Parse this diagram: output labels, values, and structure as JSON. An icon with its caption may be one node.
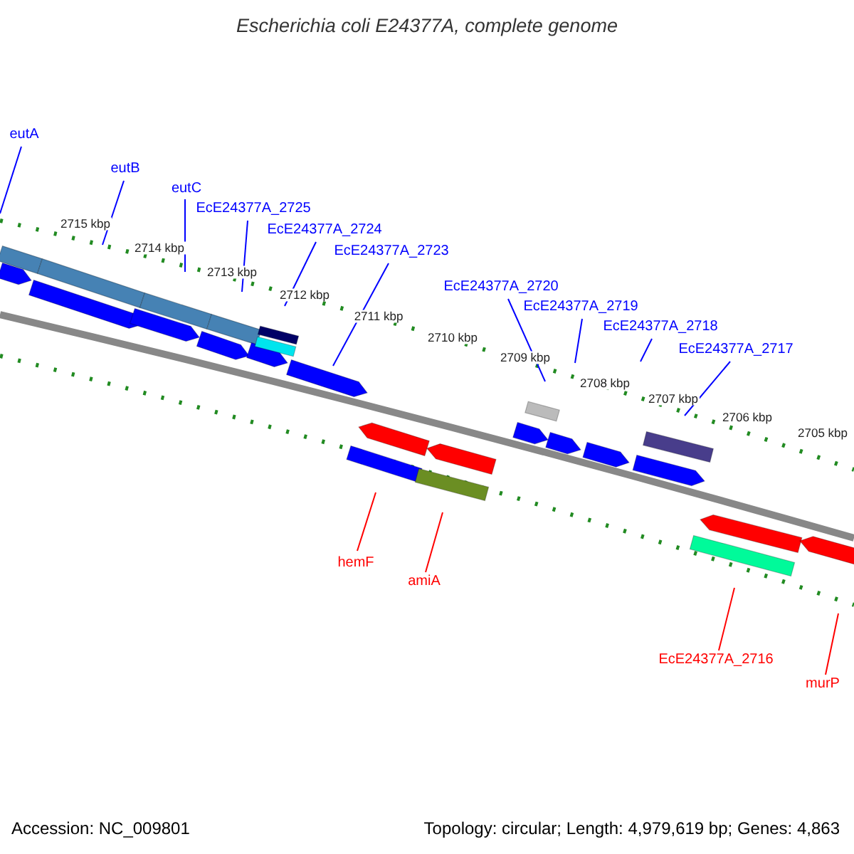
{
  "diagram": {
    "title": "Escherichia coli E24377A, complete genome",
    "nodes": [
      {
        "text": [
          "eutA"
        ]
      },
      {
        "text": [
          "eutB"
        ]
      },
      {
        "text": [
          "eutC"
        ]
      },
      {
        "text": [
          "EcE24377A_2725"
        ]
      },
      {
        "text": [
          "EcE24377A_2724"
        ]
      },
      {
        "text": [
          "EcE24377A_2723"
        ]
      },
      {
        "text": [
          "EcE24377A_2720"
        ]
      },
      {
        "text": [
          "EcE24377A_2719"
        ]
      },
      {
        "text": [
          "EcE24377A_2718"
        ]
      },
      {
        "text": [
          "EcE24377A_2717"
        ]
      },
      {
        "text": [
          "hemF"
        ]
      },
      {
        "text": [
          "amiA"
        ]
      },
      {
        "text": [
          "EcE24377A_2716"
        ]
      },
      {
        "text": [
          "murP"
        ]
      },
      {
        "text": [],
        "shape": "bar"
      },
      {
        "text": [],
        "shape": "bar"
      },
      {
        "text": [],
        "shape": "bar"
      },
      {
        "text": [],
        "shape": "bar"
      },
      {
        "text": [],
        "shape": "bar"
      },
      {
        "text": [],
        "shape": "bar"
      },
      {
        "text": [],
        "shape": "bar"
      },
      {
        "text": [],
        "shape": "bar"
      },
      {
        "text": [],
        "shape": "bar"
      },
      {
        "text": [],
        "shape": "bar"
      },
      {
        "text": [],
        "shape": "bar"
      },
      {
        "text": [],
        "shape": "bar"
      },
      {
        "text": [],
        "shape": "bar"
      },
      {
        "text": [],
        "shape": "bar"
      },
      {
        "text": [],
        "shape": "bar"
      },
      {
        "text": [],
        "shape": "bar"
      },
      {
        "text": [],
        "shape": "bar"
      },
      {
        "text": [],
        "shape": "bar"
      },
      {
        "text": [],
        "shape": "bar"
      },
      {
        "text": [],
        "shape": "bar"
      },
      {
        "text": [],
        "shape": "bar"
      },
      {
        "text": [],
        "shape": "bar"
      },
      {
        "text": [],
        "shape": "bar"
      },
      {
        "text": [],
        "shape": "bar"
      },
      {
        "text": [],
        "shape": "bar"
      }
    ],
    "edges": [
      {
        "from": 0,
        "to": 14,
        "arrow": "none"
      },
      {
        "from": 1,
        "to": 15,
        "arrow": "none"
      },
      {
        "from": 2,
        "to": 16,
        "arrow": "none"
      },
      {
        "from": 3,
        "to": 17,
        "arrow": "none"
      },
      {
        "from": 4,
        "to": 18,
        "arrow": "none"
      },
      {
        "from": 5,
        "to": 19,
        "arrow": "none"
      },
      {
        "from": 6,
        "to": 20,
        "arrow": "none"
      },
      {
        "from": 7,
        "to": null,
        "arrow": "none"
      },
      {
        "from": 8,
        "to": null,
        "arrow": "none"
      },
      {
        "from": 9,
        "to": 21,
        "arrow": "none"
      },
      {
        "from": 10,
        "to": 22,
        "arrow": "none",
        "color": "#ff0000"
      },
      {
        "from": 11,
        "to": 23,
        "arrow": "none",
        "color": "#ff0000"
      },
      {
        "from": 12,
        "to": 24,
        "arrow": "none",
        "color": "#ff0000"
      },
      {
        "from": 13,
        "to": null,
        "arrow": "none",
        "color": "#ff0000"
      }
    ],
    "labels": [
      "2715 kbp",
      "2714 kbp",
      "2713 kbp",
      "2712 kbp",
      "2711 kbp",
      "2710 kbp",
      "2709 kbp",
      "2708 kbp",
      "2707 kbp",
      "2706 kbp",
      "2705 kbp",
      "Accession: NC_009801",
      "Topology: circular; Length: 4,979,619 bp; Genes: 4,863"
    ]
  }
}
